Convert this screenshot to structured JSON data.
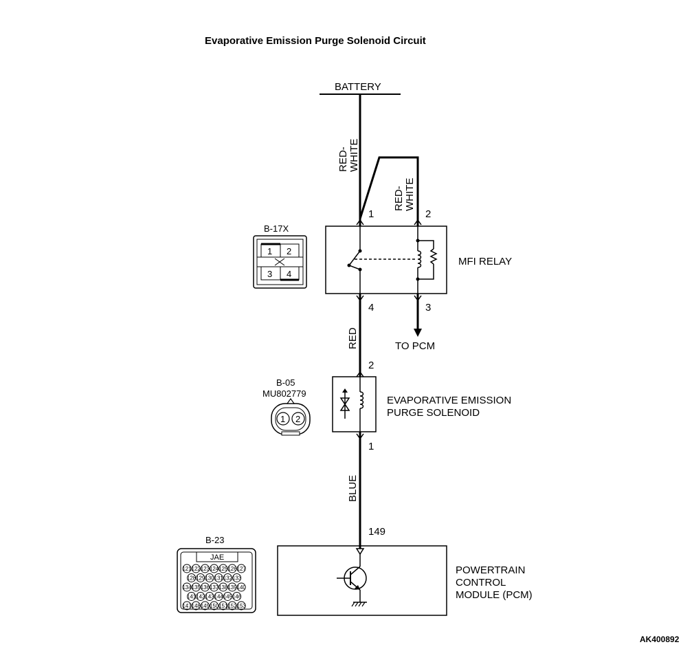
{
  "title": "Evaporative Emission Purge Solenoid Circuit",
  "figure_code": "AK400892",
  "battery": {
    "label": "BATTERY"
  },
  "wires": {
    "battery_to_relay": "RED-\nWHITE",
    "relay_pin2": "RED-\nWHITE",
    "relay_to_solenoid": "RED",
    "solenoid_to_pcm": "BLUE"
  },
  "relay": {
    "label": "MFI RELAY",
    "connector_id": "B-17X",
    "pins": {
      "p1": "1",
      "p2": "2",
      "p3": "3",
      "p4": "4"
    },
    "to_pcm": "TO PCM",
    "connector_pins": [
      "1",
      "2",
      "3",
      "4"
    ]
  },
  "solenoid": {
    "label_line1": "EVAPORATIVE EMISSION",
    "label_line2": "PURGE SOLENOID",
    "connector_id": "B-05",
    "connector_part": "MU802779",
    "pins": {
      "top": "2",
      "bottom": "1"
    },
    "connector_pins": [
      "1",
      "2"
    ]
  },
  "pcm": {
    "label_line1": "POWERTRAIN",
    "label_line2": "CONTROL",
    "label_line3": "MODULE (PCM)",
    "connector_id": "B-23",
    "connector_brand": "JAE",
    "pin": "149",
    "connector_rows": [
      [
        "121",
        "122",
        "123",
        "124",
        "125",
        "126",
        "127"
      ],
      [
        "128",
        "129",
        "130",
        "131",
        "132",
        "133"
      ],
      [
        "134",
        "135",
        "136",
        "137",
        "138",
        "139",
        "140"
      ],
      [
        "141",
        "142",
        "143",
        "144",
        "145",
        "146"
      ],
      [
        "147",
        "148",
        "149",
        "150",
        "151",
        "152",
        "153"
      ]
    ]
  }
}
